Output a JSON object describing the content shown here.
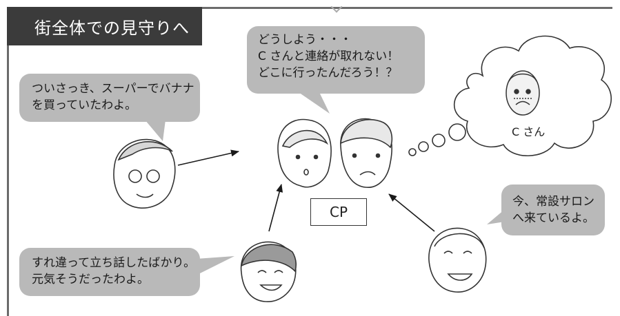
{
  "title": "街全体での見守りへ",
  "cp_bubble": {
    "lines": [
      "どうしよう・・・",
      "C さんと連絡が取れない！",
      "どこに行ったんだろう！？"
    ]
  },
  "banana_bubble": {
    "lines": [
      "ついさっき、スーパーでバナナ",
      "を買っていたわよ。"
    ]
  },
  "salon_bubble": {
    "lines": [
      "今、常設サロン",
      "へ来ているよ。"
    ]
  },
  "walk_bubble": {
    "lines": [
      "すれ違って立ち話したばかり。",
      "元気そうだったわよ。"
    ]
  },
  "cp_label": "CP",
  "cloud_label": "C さん",
  "colors": {
    "title_bar": "#3b3b3b",
    "bubble": "#b9b9b9",
    "frame": "#6b6b6b"
  },
  "icons": [
    "elderly-man-thought-icon",
    "woman-worried-icon",
    "man-worried-icon",
    "elderly-woman-glasses-icon",
    "elderly-woman-smiling-icon",
    "elderly-man-smiling-icon"
  ]
}
